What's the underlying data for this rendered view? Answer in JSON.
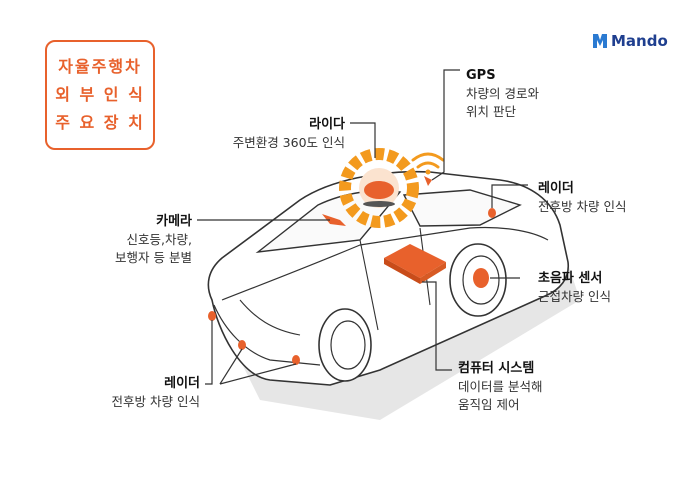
{
  "title": {
    "lines": [
      "자율주행차",
      "외 부 인 식",
      "주 요 장 치"
    ]
  },
  "logo": {
    "text": "Mando"
  },
  "colors": {
    "accent": "#e8612c",
    "brand": "#1f3f8f",
    "line": "#333333"
  },
  "labels": {
    "lidar": {
      "title": "라이다",
      "desc": "주변환경 360도 인식"
    },
    "gps": {
      "title": "GPS",
      "desc1": "차량의 경로와",
      "desc2": "위치 판단"
    },
    "radar_right": {
      "title": "레이더",
      "desc": "전후방 차량 인식"
    },
    "camera": {
      "title": "카메라",
      "desc1": "신호등,차량,",
      "desc2": "보행자 등 분별"
    },
    "ultrasonic": {
      "title": "초음파 센서",
      "desc": "근접차량 인식"
    },
    "computer": {
      "title": "컴퓨터 시스템",
      "desc1": "데이터를 분석해",
      "desc2": "움직임 제어"
    },
    "radar_left": {
      "title": "레이더",
      "desc": "전후방 차량 인식"
    }
  }
}
